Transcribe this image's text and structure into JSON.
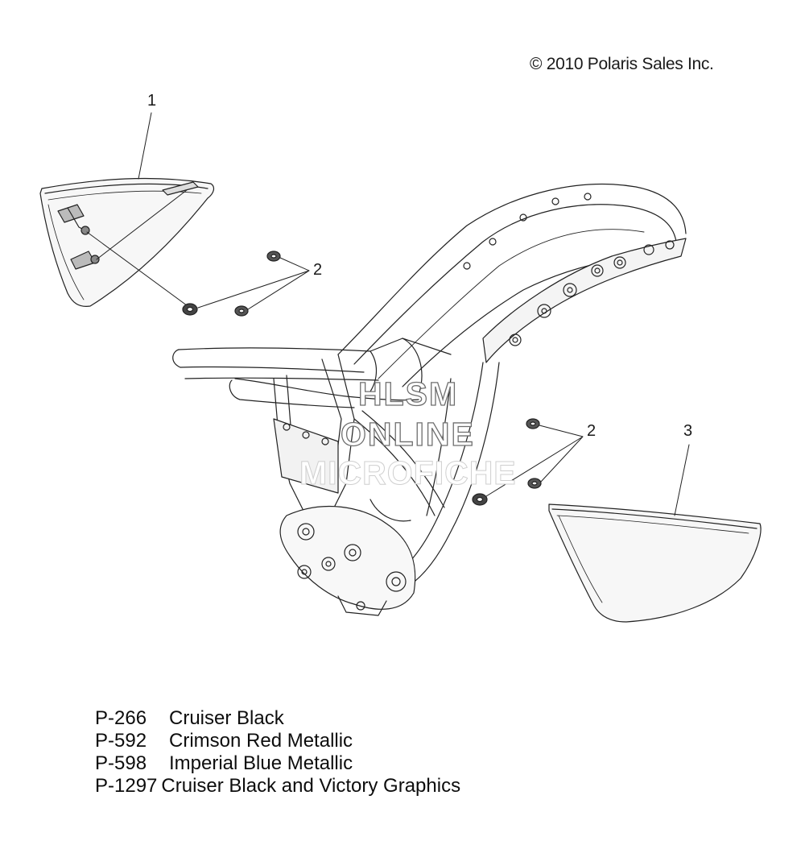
{
  "copyright": "© 2010 Polaris Sales Inc.",
  "callouts": [
    {
      "label": "1"
    },
    {
      "label": "2"
    },
    {
      "label": "2"
    },
    {
      "label": "3"
    }
  ],
  "watermark": [
    "HLSM",
    "ONLINE",
    "MICROFICHE"
  ],
  "legend": [
    {
      "code": "P-266",
      "description": "Cruiser Black"
    },
    {
      "code": "P-592",
      "description": "Crimson Red Metallic"
    },
    {
      "code": "P-598",
      "description": "Imperial Blue Metallic"
    },
    {
      "code": "P-1297",
      "description": "Cruiser Black and Victory Graphics"
    }
  ]
}
